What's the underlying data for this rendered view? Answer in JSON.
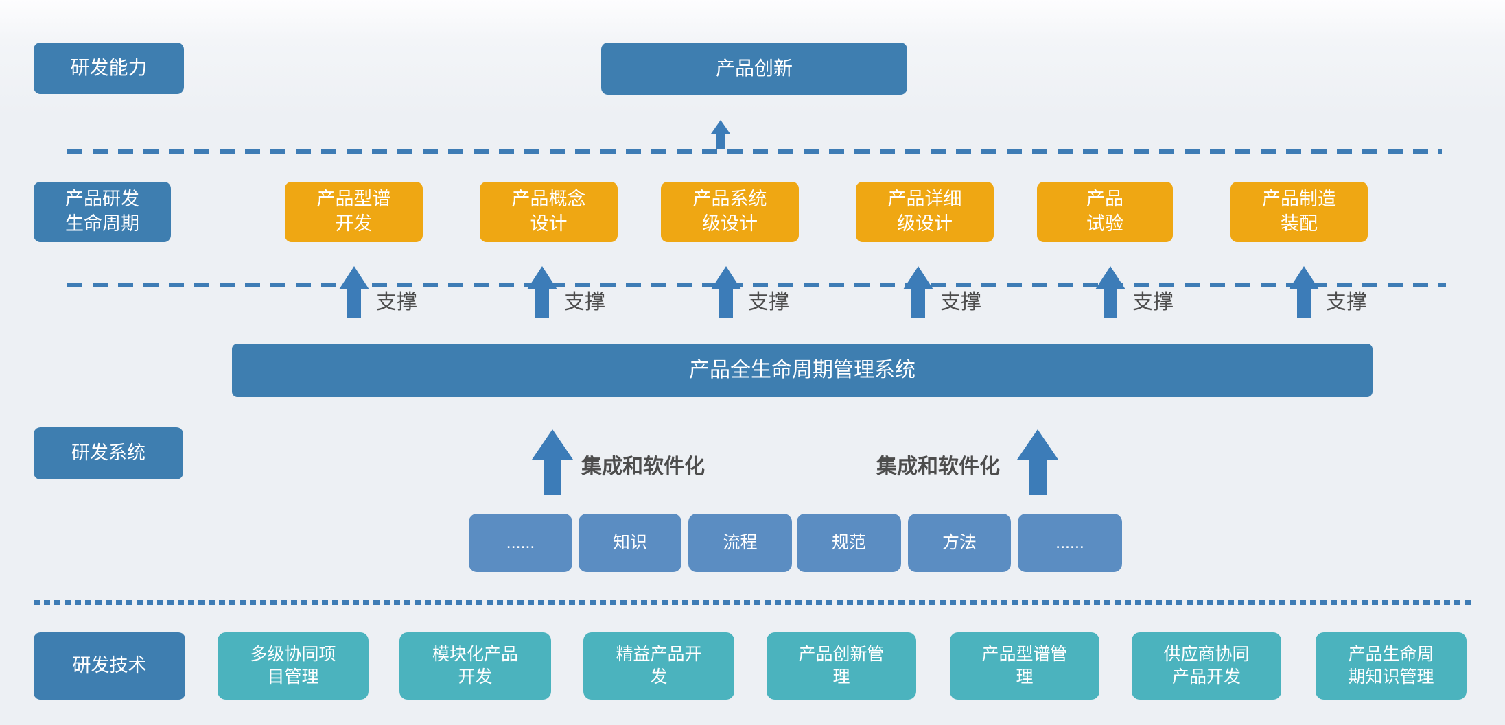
{
  "colors": {
    "primary_blue": "#3E7EB0",
    "orange": "#EFA713",
    "light_blue": "#5B8DC2",
    "teal": "#4BB3BE",
    "arrow_blue": "#3C7CB8",
    "line_blue": "#3E7CB5",
    "text_dark": "#4D4D4D"
  },
  "capability_row": {
    "label": "研发能力",
    "innovation": "产品创新"
  },
  "lifecycle_row": {
    "label": "产品研发\n生命周期",
    "support": "支撑",
    "stages": [
      {
        "label": "产品型谱\n开发"
      },
      {
        "label": "产品概念\n设计"
      },
      {
        "label": "产品系统\n级设计"
      },
      {
        "label": "产品详细\n级设计"
      },
      {
        "label": "产品\n试验"
      },
      {
        "label": "产品制造\n装配"
      }
    ]
  },
  "system_row": {
    "label": "研发系统",
    "plm_bar": "产品全生命周期管理系统",
    "integration": "集成和软件化",
    "elements": [
      {
        "label": "......"
      },
      {
        "label": "知识"
      },
      {
        "label": "流程"
      },
      {
        "label": "规范"
      },
      {
        "label": "方法"
      },
      {
        "label": "......"
      }
    ]
  },
  "technology_row": {
    "label": "研发技术",
    "items": [
      {
        "label": "多级协同项\n目管理"
      },
      {
        "label": "模块化产品\n开发"
      },
      {
        "label": "精益产品开\n发"
      },
      {
        "label": "产品创新管\n理"
      },
      {
        "label": "产品型谱管\n理"
      },
      {
        "label": "供应商协同\n产品开发"
      },
      {
        "label": "产品生命周\n期知识管理"
      }
    ]
  }
}
